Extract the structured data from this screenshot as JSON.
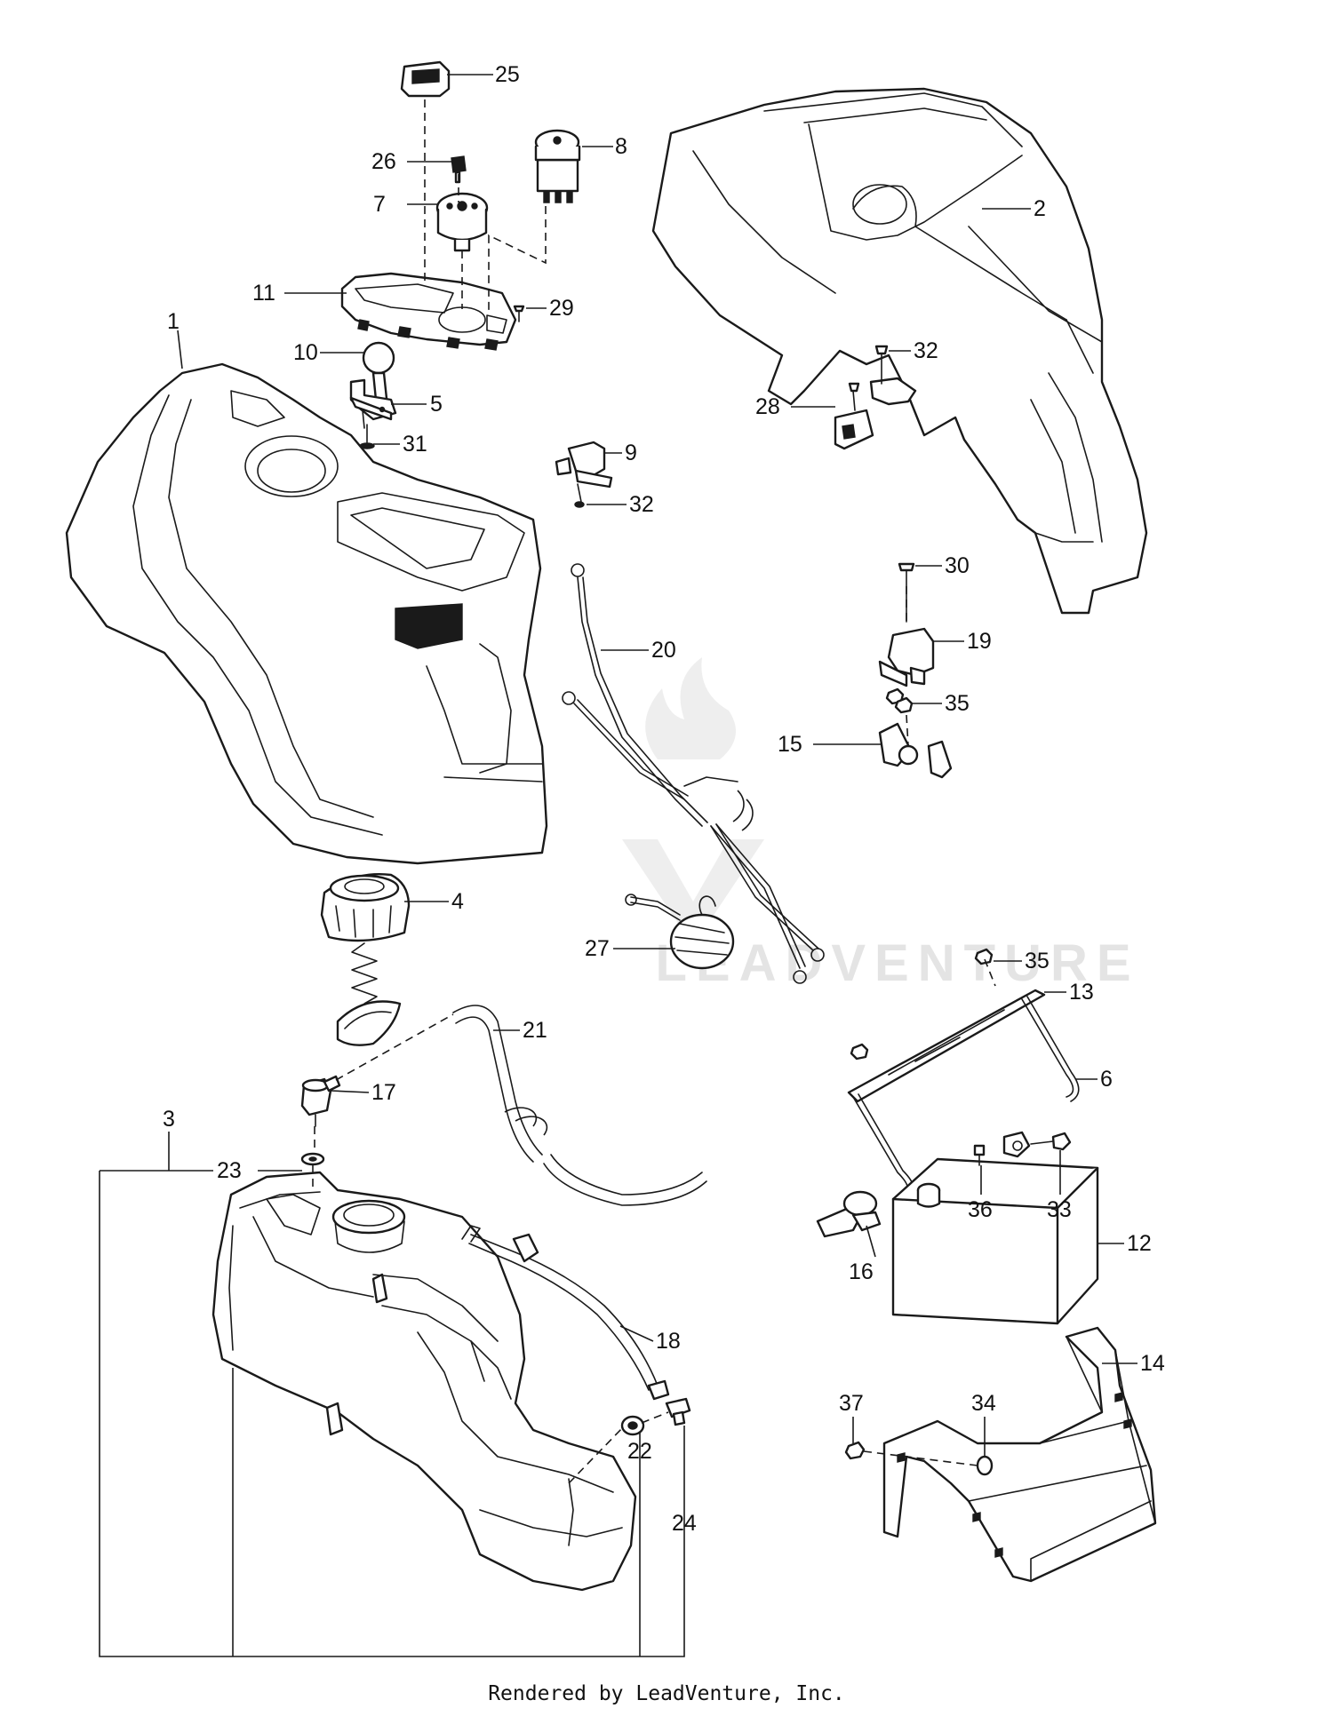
{
  "diagram": {
    "footer": "Rendered by LeadVenture, Inc.",
    "watermark": "LEADVENTURE",
    "line_color": "#1a1a1a",
    "watermark_color": "#e4e4e4"
  },
  "callouts": [
    {
      "id": "c1",
      "label": "1"
    },
    {
      "id": "c2",
      "label": "2"
    },
    {
      "id": "c3",
      "label": "3"
    },
    {
      "id": "c4",
      "label": "4"
    },
    {
      "id": "c5",
      "label": "5"
    },
    {
      "id": "c6",
      "label": "6"
    },
    {
      "id": "c7",
      "label": "7"
    },
    {
      "id": "c8",
      "label": "8"
    },
    {
      "id": "c9",
      "label": "9"
    },
    {
      "id": "c10",
      "label": "10"
    },
    {
      "id": "c11",
      "label": "11"
    },
    {
      "id": "c12",
      "label": "12"
    },
    {
      "id": "c13",
      "label": "13"
    },
    {
      "id": "c14",
      "label": "14"
    },
    {
      "id": "c15",
      "label": "15"
    },
    {
      "id": "c16",
      "label": "16"
    },
    {
      "id": "c17",
      "label": "17"
    },
    {
      "id": "c18",
      "label": "18"
    },
    {
      "id": "c19",
      "label": "19"
    },
    {
      "id": "c20",
      "label": "20"
    },
    {
      "id": "c21",
      "label": "21"
    },
    {
      "id": "c22",
      "label": "22"
    },
    {
      "id": "c23",
      "label": "23"
    },
    {
      "id": "c24",
      "label": "24"
    },
    {
      "id": "c25",
      "label": "25"
    },
    {
      "id": "c26",
      "label": "26"
    },
    {
      "id": "c27",
      "label": "27"
    },
    {
      "id": "c28",
      "label": "28"
    },
    {
      "id": "c29",
      "label": "29"
    },
    {
      "id": "c30",
      "label": "30"
    },
    {
      "id": "c31",
      "label": "31"
    },
    {
      "id": "c32a",
      "label": "32"
    },
    {
      "id": "c32b",
      "label": "32"
    },
    {
      "id": "c33",
      "label": "33"
    },
    {
      "id": "c34",
      "label": "34"
    },
    {
      "id": "c35a",
      "label": "35"
    },
    {
      "id": "c35b",
      "label": "35"
    },
    {
      "id": "c36",
      "label": "36"
    },
    {
      "id": "c37",
      "label": "37"
    }
  ]
}
